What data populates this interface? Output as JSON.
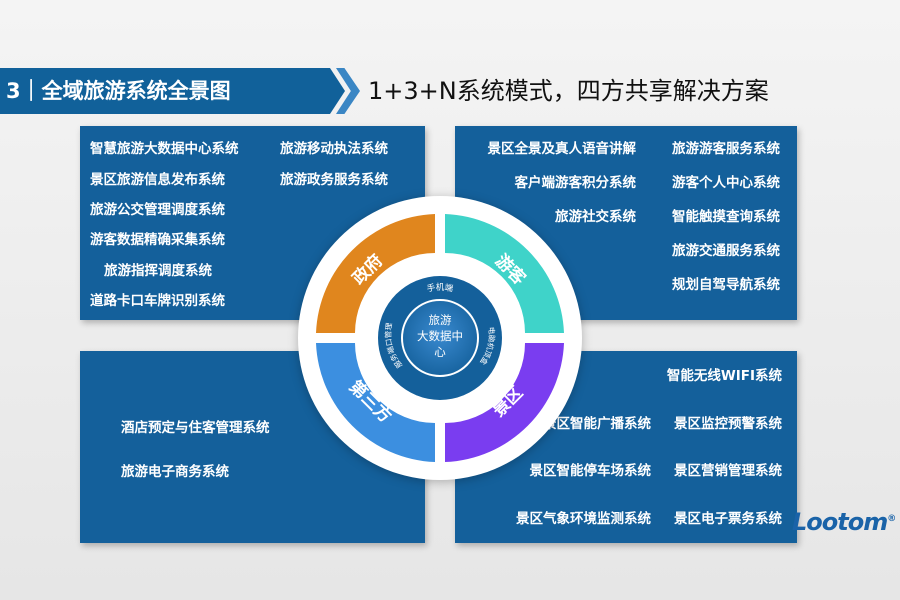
{
  "header": {
    "title": "3｜全域旅游系统全景图",
    "subtitle": "1+3+N系统模式，四方共享解决方案"
  },
  "panels": {
    "government": {
      "left_col": [
        "智慧旅游大数据中心系统",
        "景区旅游信息发布系统",
        "旅游公交管理调度系统",
        "游客数据精确采集系统",
        "旅游指挥调度系统",
        "道路卡口车牌识别系统"
      ],
      "right_col": [
        "旅游移动执法系统",
        "旅游政务服务系统"
      ]
    },
    "tourist": {
      "left_col": [
        "景区全景及真人语音讲解",
        "客户端游客积分系统",
        "旅游社交系统"
      ],
      "right_col": [
        "旅游游客服务系统",
        "游客个人中心系统",
        "智能触摸查询系统",
        "旅游交通服务系统",
        "规划自驾导航系统"
      ]
    },
    "third_party": {
      "items": [
        "酒店预定与住客管理系统",
        "旅游电子商务系统"
      ]
    },
    "scenic": {
      "top": "智能无线WIFI系统",
      "rows": [
        [
          "景区智能广播系统",
          "景区监控预警系统"
        ],
        [
          "景区智能停车场系统",
          "景区营销管理系统"
        ],
        [
          "景区气象环境监测系统",
          "景区电子票务系统"
        ]
      ]
    }
  },
  "hub": {
    "center_line1": "旅游",
    "center_line2": "大数据中",
    "center_line3": "心",
    "ring_top": "手机端",
    "ring_left": "服务端口管理",
    "ring_right": "电脑机顶盒",
    "quadrants": {
      "tl": "政府",
      "tr": "游客",
      "bl": "第三方",
      "br": "景区"
    },
    "colors": {
      "tl": "#e0861e",
      "tr": "#3fd3c9",
      "bl": "#3c8fe0",
      "br": "#7a3df0",
      "panel": "#14609b",
      "header": "#11619a"
    }
  },
  "logo": {
    "text": "Lootom",
    "mark": "®"
  }
}
